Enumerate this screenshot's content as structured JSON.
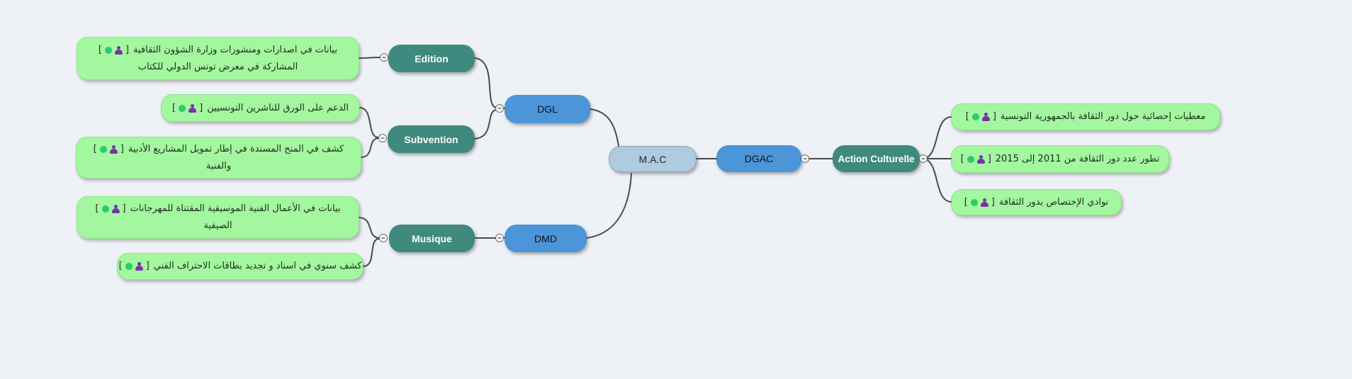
{
  "app": {
    "description": "mind-map canvas"
  },
  "palette": {
    "background": "#eef1f6",
    "branch_teal": "#40897e",
    "node_blue": "#4c95d9",
    "root_fill": "#aecbdf",
    "leaf_green": "#a3f79f",
    "connector": "#4a4a4a",
    "badge_dot_green": "#2bcb6e",
    "badge_person_purple": "#7733a3"
  },
  "leaf_badge": {
    "open": "[",
    "close": "]"
  },
  "nodes": {
    "root": {
      "label": "M.A.C"
    },
    "dgl": {
      "label": "DGL"
    },
    "dmd": {
      "label": "DMD"
    },
    "dgac": {
      "label": "DGAC"
    },
    "edition": {
      "label": "Edition"
    },
    "subvention": {
      "label": "Subvention"
    },
    "musique": {
      "label": "Musique"
    },
    "action_culturelle": {
      "label": "Action Culturelle"
    }
  },
  "leaves": {
    "edition_1": {
      "line1": "بيانات في اصدارات ومنشورات وزارة الشؤون الثقافية",
      "line2": "المشاركة في معرض تونس الدولي للكتاب"
    },
    "subvention_1": {
      "line1": "الدعم على الورق للناشرين التونسيين",
      "line2": ""
    },
    "subvention_2": {
      "line1": "كشف في المنح المسندة في إطار تمويل المشاريع الأدبية",
      "line2": "والفنية"
    },
    "musique_1": {
      "line1": "بيانات في الأعمال الفنية الموسيقية المقتناة للمهرجانات",
      "line2": "الصيفية"
    },
    "musique_2": {
      "line1": "كشف سنوي في اسناد و تجديد بطاقات الاحتراف الفني",
      "line2": ""
    },
    "ac_1": {
      "line1": "معطيات إحصائية حول دور الثقافة بالجمهورية التونسية",
      "line2": ""
    },
    "ac_2": {
      "line1": "تطور عدد دور الثقافة من 2011 إلى 2015",
      "line2": ""
    },
    "ac_3": {
      "line1": "نوادي الإختصاص بدور الثقافة",
      "line2": ""
    }
  }
}
